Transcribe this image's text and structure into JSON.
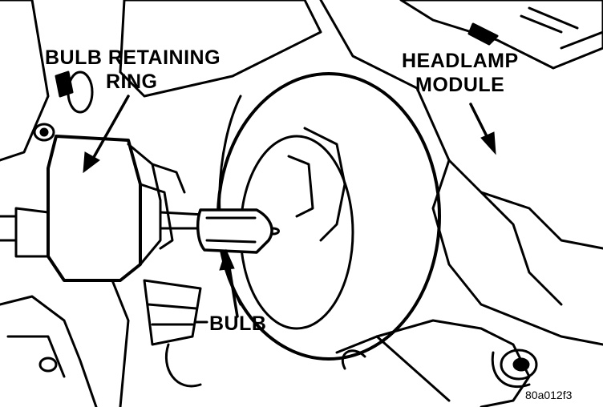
{
  "labels": {
    "bulb_retaining_ring_line1": "BULB RETAINING",
    "bulb_retaining_ring_line2": "RING",
    "headlamp_module_line1": "HEADLAMP",
    "headlamp_module_line2": "MODULE",
    "bulb": "BULB",
    "figure_code": "80a012f3"
  },
  "colors": {
    "ink": "#000000",
    "paper": "#ffffff"
  }
}
